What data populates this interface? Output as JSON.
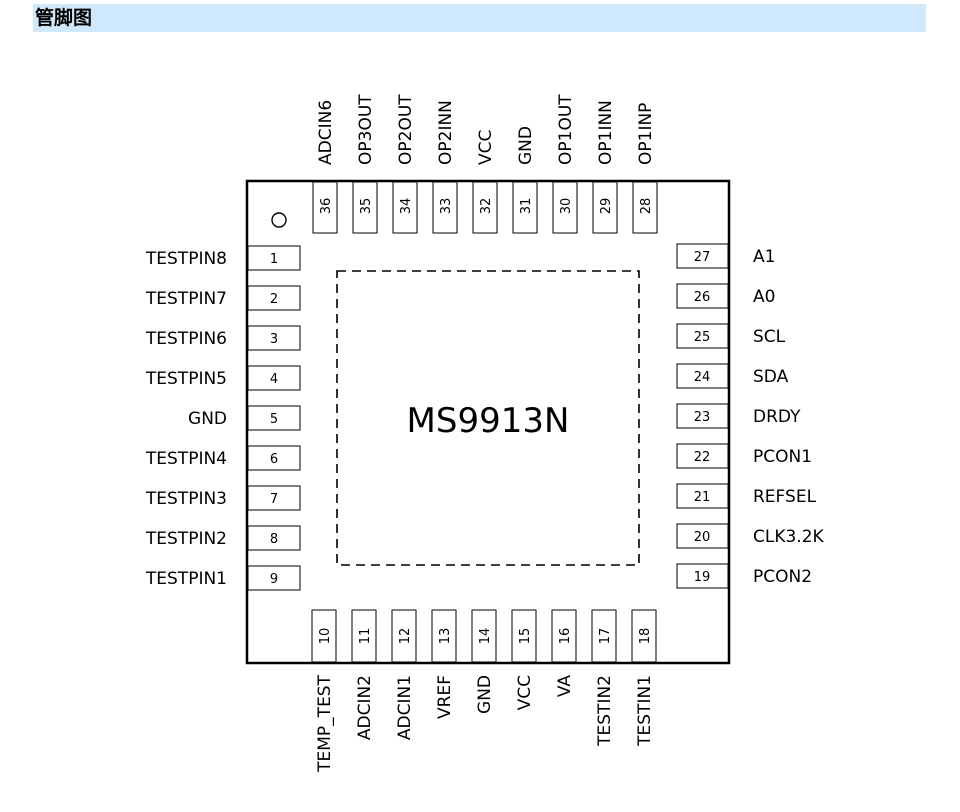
{
  "header": {
    "title": "管脚图"
  },
  "chip": {
    "name": "MS9913N",
    "left_pins": [
      {
        "num": "1",
        "name": "TESTPIN8"
      },
      {
        "num": "2",
        "name": "TESTPIN7"
      },
      {
        "num": "3",
        "name": "TESTPIN6"
      },
      {
        "num": "4",
        "name": "TESTPIN5"
      },
      {
        "num": "5",
        "name": "GND"
      },
      {
        "num": "6",
        "name": "TESTPIN4"
      },
      {
        "num": "7",
        "name": "TESTPIN3"
      },
      {
        "num": "8",
        "name": "TESTPIN2"
      },
      {
        "num": "9",
        "name": "TESTPIN1"
      }
    ],
    "bottom_pins": [
      {
        "num": "10",
        "name": "TEMP_TEST"
      },
      {
        "num": "11",
        "name": "ADCIN2"
      },
      {
        "num": "12",
        "name": "ADCIN1"
      },
      {
        "num": "13",
        "name": "VREF"
      },
      {
        "num": "14",
        "name": "GND"
      },
      {
        "num": "15",
        "name": "VCC"
      },
      {
        "num": "16",
        "name": "VA"
      },
      {
        "num": "17",
        "name": "TESTIN2"
      },
      {
        "num": "18",
        "name": "TESTIN1"
      }
    ],
    "right_pins": [
      {
        "num": "19",
        "name": "PCON2"
      },
      {
        "num": "20",
        "name": "CLK3.2K"
      },
      {
        "num": "21",
        "name": "REFSEL"
      },
      {
        "num": "22",
        "name": "PCON1"
      },
      {
        "num": "23",
        "name": "DRDY"
      },
      {
        "num": "24",
        "name": "SDA"
      },
      {
        "num": "25",
        "name": "SCL"
      },
      {
        "num": "26",
        "name": "A0"
      },
      {
        "num": "27",
        "name": "A1"
      }
    ],
    "top_pins": [
      {
        "num": "28",
        "name": "OP1INP"
      },
      {
        "num": "29",
        "name": "OP1INN"
      },
      {
        "num": "30",
        "name": "OP1OUT"
      },
      {
        "num": "31",
        "name": "GND"
      },
      {
        "num": "32",
        "name": "VCC"
      },
      {
        "num": "33",
        "name": "OP2INN"
      },
      {
        "num": "34",
        "name": "OP2OUT"
      },
      {
        "num": "35",
        "name": "OP3OUT"
      },
      {
        "num": "36",
        "name": "ADCIN6"
      }
    ]
  }
}
